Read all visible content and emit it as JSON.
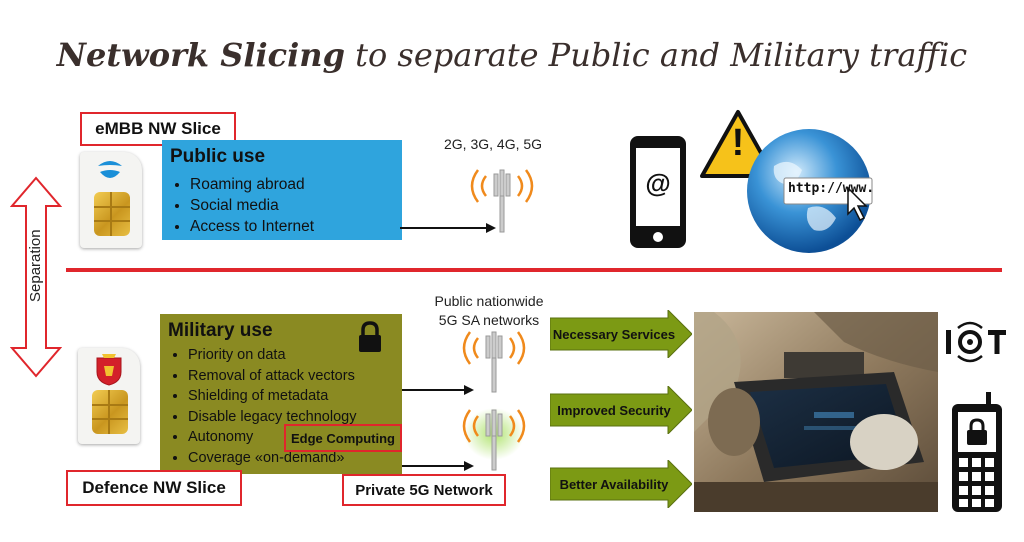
{
  "title": {
    "bold": "Network Slicing",
    "rest": "to separate Public and Military traffic"
  },
  "separation_label": "Separation",
  "embb": {
    "label": "eMBB NW Slice",
    "box_title": "Public use",
    "items": [
      "Roaming abroad",
      "Social media",
      "Access to Internet"
    ],
    "tower_label": "2G, 3G, 4G, 5G"
  },
  "defence": {
    "label": "Defence NW Slice",
    "box_title": "Military use",
    "items": [
      "Priority on data",
      "Removal of attack vectors",
      "Shielding of metadata",
      "Disable legacy technology",
      "Autonomy",
      "Coverage «on-demand»"
    ],
    "edge_label": "Edge Computing",
    "public_net_label_line1": "Public nationwide",
    "public_net_label_line2": "5G SA networks",
    "private_label": "Private 5G Network"
  },
  "benefits": [
    "Necessary Services",
    "Improved Security",
    "Better Availability"
  ],
  "icons": {
    "phone_symbol": "@",
    "warning_symbol": "!",
    "url_text": "http://www.",
    "iot_text": "IOT"
  },
  "colors": {
    "public": "#2fa4dd",
    "military": "#8a8a22",
    "accent_red": "#e0262c",
    "arrow_green": "#7c9a14"
  }
}
